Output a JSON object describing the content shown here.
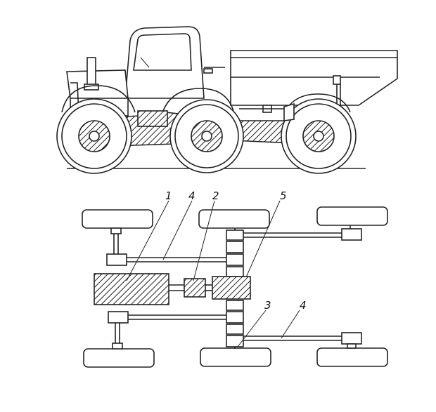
{
  "callouts": {
    "c1": "1",
    "c2": "2",
    "c3": "3",
    "c4a": "4",
    "c4b": "4",
    "c5": "5"
  },
  "colors": {
    "line": "#222222",
    "background": "#ffffff"
  }
}
